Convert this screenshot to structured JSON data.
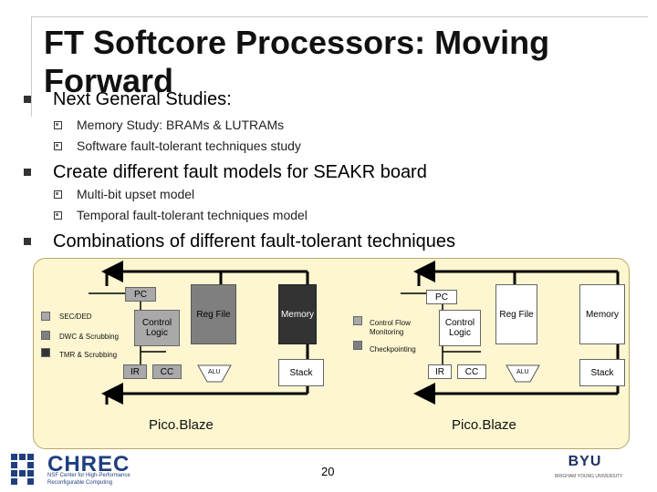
{
  "slide": {
    "title_line1": "FT Softcore Processors: Moving",
    "title_line2": "Forward",
    "page_number": "20"
  },
  "bullets": [
    {
      "text": "Next General Studies:",
      "sub": [
        "Memory Study: BRAMs & LUTRAMs",
        "Software fault-tolerant techniques study"
      ]
    },
    {
      "text": "Create different fault models for SEAKR board",
      "sub": [
        "Multi-bit upset model",
        "Temporal fault-tolerant techniques model"
      ]
    },
    {
      "text": "Combinations of different fault-tolerant techniques",
      "sub": []
    }
  ],
  "diagram": {
    "left": {
      "pc": "PC",
      "reg_file": "Reg File",
      "memory": "Memory",
      "control_logic": "Control Logic",
      "ir": "IR",
      "cc": "CC",
      "alu": "ALU",
      "stack": "Stack",
      "caption": "Pico.Blaze",
      "legend": [
        "SEC/DED",
        "DWC & Scrubbing",
        "TMR & Scrubbing"
      ]
    },
    "right": {
      "pc": "PC",
      "reg_file": "Reg File",
      "memory": "Memory",
      "control_logic": "Control Logic",
      "ir": "IR",
      "cc": "CC",
      "alu": "ALU",
      "stack": "Stack",
      "caption": "Pico.Blaze",
      "legend": [
        "Control Flow Monitoring",
        "Checkpointing"
      ]
    }
  },
  "logos": {
    "chrec_name": "CHREC",
    "chrec_sub1": "NSF Center for High-Performance",
    "chrec_sub2": "Reconfigurable Computing",
    "byu_name": "BYU",
    "byu_sub": "BRIGHAM YOUNG UNIVERSITY"
  },
  "colors": {
    "diagram_bg": "#fdf6d0",
    "sec_ded": "#a9a9a9",
    "dwc": "#7f7f7f",
    "tmr": "#333333",
    "chrec_blue": "#1f3f7f"
  }
}
